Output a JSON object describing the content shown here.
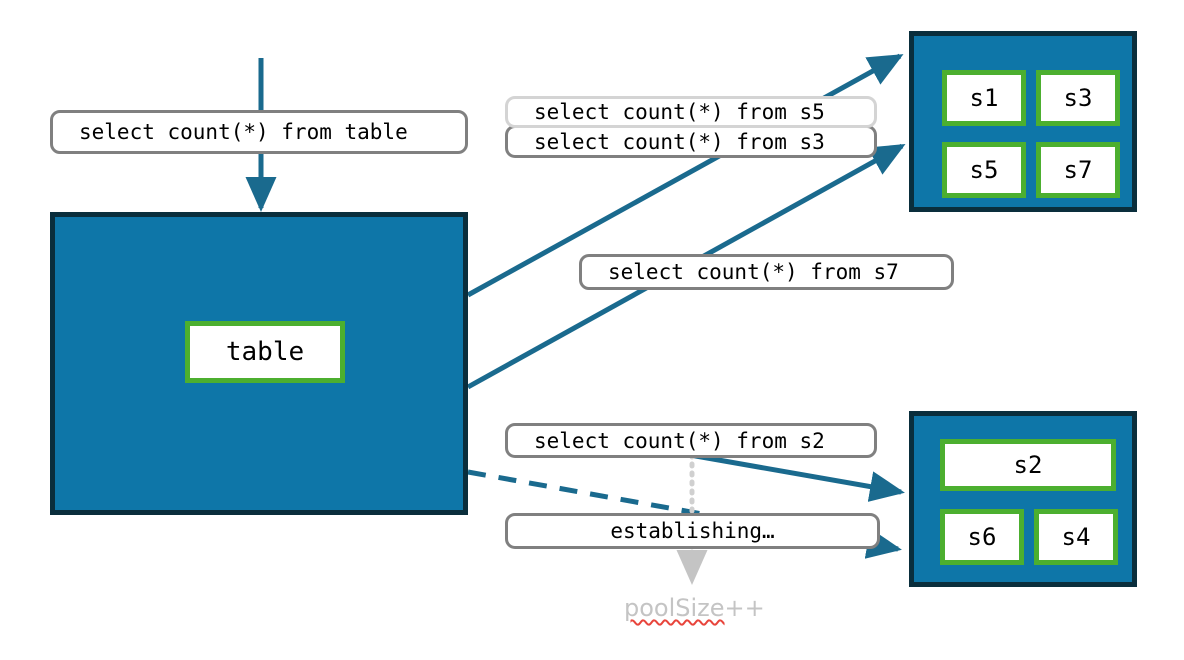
{
  "diagram": {
    "title": "connection pool query routing",
    "colors": {
      "pool_fill": "#0E76A8",
      "pool_border": "#0A2E3C",
      "cell_border": "#4CAF2F",
      "cell_fill": "#FFFFFF",
      "arrow": "#1A6A8E",
      "label_border": "#808080",
      "label_border_light": "#D4D4D4",
      "note_text": "#C4C4C4",
      "spellcheck_underline": "#E8453C"
    }
  },
  "main_pool": {
    "name": "main-connection-pool",
    "cell_label": "table"
  },
  "server_pool_top": {
    "name": "server-pool-top",
    "cells": [
      {
        "label": "s1"
      },
      {
        "label": "s3"
      },
      {
        "label": "s5"
      },
      {
        "label": "s7"
      }
    ]
  },
  "server_pool_bottom": {
    "name": "server-pool-bottom",
    "cells": [
      {
        "label": "s2"
      },
      {
        "label": "s6"
      },
      {
        "label": "s4"
      }
    ]
  },
  "labels": {
    "query_table": "select count(*) from table",
    "query_s5": "select count(*) from s5",
    "query_s3": "select count(*) from s3",
    "query_s7": "select count(*) from s7",
    "query_s2": "select count(*) from s2",
    "establishing": "establishing…"
  },
  "notes": {
    "pool_size_increment": "poolSize++",
    "pool_size_spell": "poolSize",
    "pool_size_suffix": "++"
  },
  "edges": [
    {
      "name": "edge-incoming-query",
      "from": "top",
      "to": "main-pool",
      "style": "solid"
    },
    {
      "name": "edge-main-to-s3",
      "from": "main-pool-right",
      "to": "server-pool-top",
      "style": "solid"
    },
    {
      "name": "edge-main-to-s7",
      "from": "main-pool-right",
      "to": "server-pool-top",
      "style": "solid"
    },
    {
      "name": "edge-main-to-s2",
      "from": "main-pool-right",
      "to": "server-pool-bottom",
      "style": "solid"
    },
    {
      "name": "edge-main-establishing",
      "from": "main-pool-right",
      "to": "server-pool-bottom",
      "style": "dashed"
    },
    {
      "name": "edge-poolsize",
      "from": "query-s2-label",
      "to": "pool-size-note",
      "style": "dotted"
    }
  ]
}
